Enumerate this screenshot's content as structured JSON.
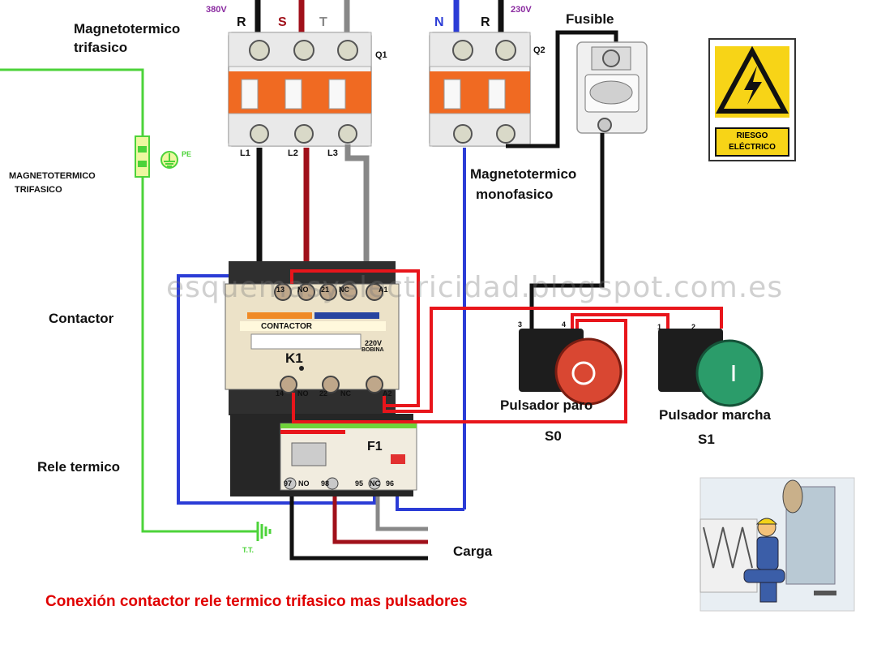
{
  "title": {
    "q1_device": "Magnetotermico\ntrifasico",
    "q1_line1": "Magnetotermico",
    "q1_line2": "trifasico",
    "q2_line1": "Magnetotermico",
    "q2_line2": "monofasico",
    "left_line1": "MAGNETOTERMICO",
    "left_line2": "TRIFASICO",
    "fusible": "Fusible",
    "contactor": "Contactor",
    "rele": "Rele termico",
    "pulsador_paro": "Pulsador paro",
    "pulsador_marcha": "Pulsador marcha",
    "s0": "S0",
    "s1": "S1",
    "carga": "Carga",
    "pe": "PE",
    "tt": "T.T.",
    "caption": "Conexión contactor rele termico trifasico mas pulsadores",
    "watermark": "esquemasyelectricidad.blogspot.com.es"
  },
  "supply": {
    "v380": "380V",
    "v230": "230V",
    "r": "R",
    "s": "S",
    "t": "T",
    "n": "N",
    "r2": "R"
  },
  "breakers": {
    "q1": "Q1",
    "q2": "Q2",
    "l1": "L1",
    "l2": "L2",
    "l3": "L3"
  },
  "contactor_labels": {
    "top": [
      "13",
      "NO",
      "21",
      "NC",
      "A1"
    ],
    "bottom": [
      "14",
      "NO",
      "22",
      "NC",
      "A2"
    ],
    "name": "CONTACTOR",
    "k1": "K1",
    "coil_1": "220V",
    "coil_2": "BOBINA"
  },
  "relay_labels": {
    "f1": "F1",
    "terms": [
      "97",
      "NO",
      "98",
      "95",
      "NC",
      "96"
    ]
  },
  "buttons": {
    "s0_terms": [
      "3",
      "4"
    ],
    "s1_terms": [
      "1",
      "2"
    ]
  },
  "sign": {
    "line1": "RIESGO",
    "line2": "ELÉCTRICO"
  },
  "colors": {
    "phase_r": "#111111",
    "phase_s": "#a0101a",
    "phase_t": "#888888",
    "neutral": "#2b3cd6",
    "control": "#e8151b",
    "earth": "#4cd33a"
  }
}
